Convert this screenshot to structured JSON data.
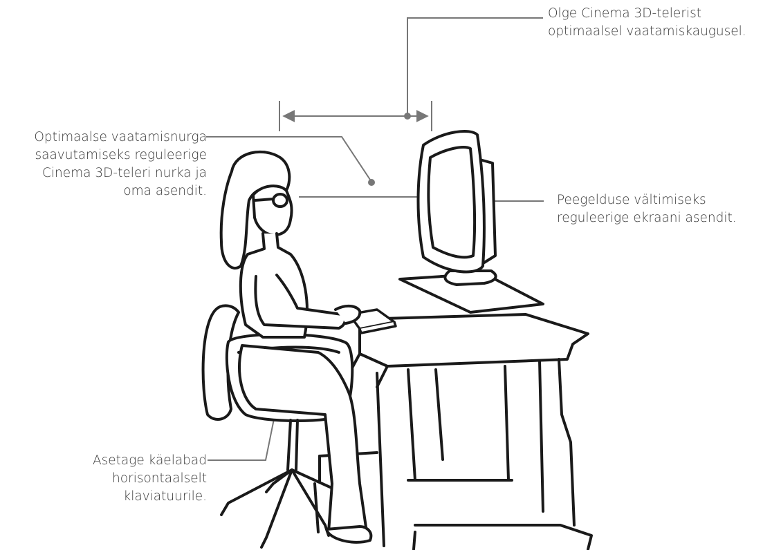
{
  "colors": {
    "line": "#1a1a1a",
    "leader": "#777777",
    "text": "#3a3a3a",
    "background": "#ffffff"
  },
  "callouts": {
    "viewing_distance": {
      "line1": "Olge Cinema 3D-telerist",
      "line2": "optimaalsel vaatamiskaugusel."
    },
    "viewing_angle": {
      "line1": "Optimaalse vaatamisnurga",
      "line2": "saavutamiseks reguleerige",
      "line3": "Cinema 3D-teleri nurka ja",
      "line4": "oma asendit."
    },
    "reflection": {
      "line1": "Peegelduse vältimiseks",
      "line2": "reguleerige ekraani asendit."
    },
    "hands": {
      "line1": "Asetage käelabad",
      "line2": "horisontaalselt",
      "line3": "klaviatuurile."
    }
  },
  "illustration": {
    "subject": "woman-with-glasses-at-desk",
    "objects": [
      "chair",
      "desk",
      "monitor",
      "keyboard",
      "distance-arrow"
    ]
  }
}
